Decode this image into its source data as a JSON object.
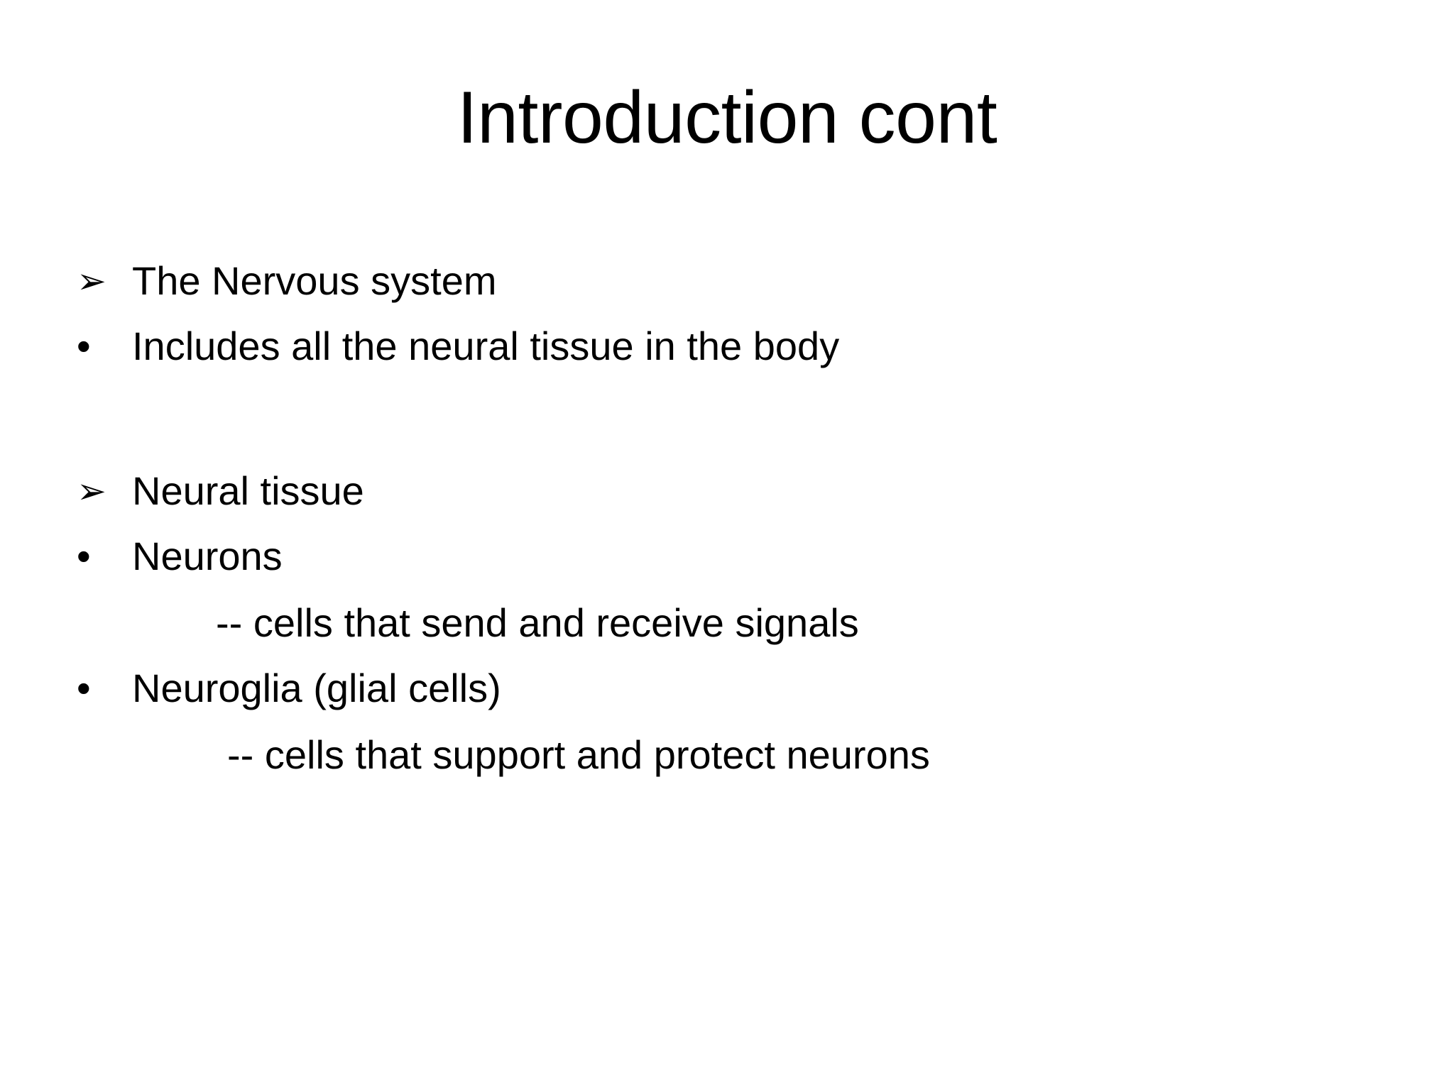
{
  "slide": {
    "title": "Introduction cont",
    "background_color": "#FFFFFF",
    "text_color": "#000000",
    "markers": {
      "arrow": "➢",
      "dot": "•"
    },
    "content": [
      {
        "marker": "arrow",
        "text": "The Nervous system"
      },
      {
        "marker": "dot",
        "text": "Includes all the neural tissue in the body"
      },
      {
        "marker": "arrow",
        "text": "Neural tissue"
      },
      {
        "marker": "dot",
        "text": "Neurons"
      },
      {
        "marker": "none",
        "text": "-- cells that send and receive signals"
      },
      {
        "marker": "dot",
        "text": "Neuroglia (glial cells)"
      },
      {
        "marker": "none",
        "text": "-- cells that support and protect neurons"
      }
    ]
  }
}
